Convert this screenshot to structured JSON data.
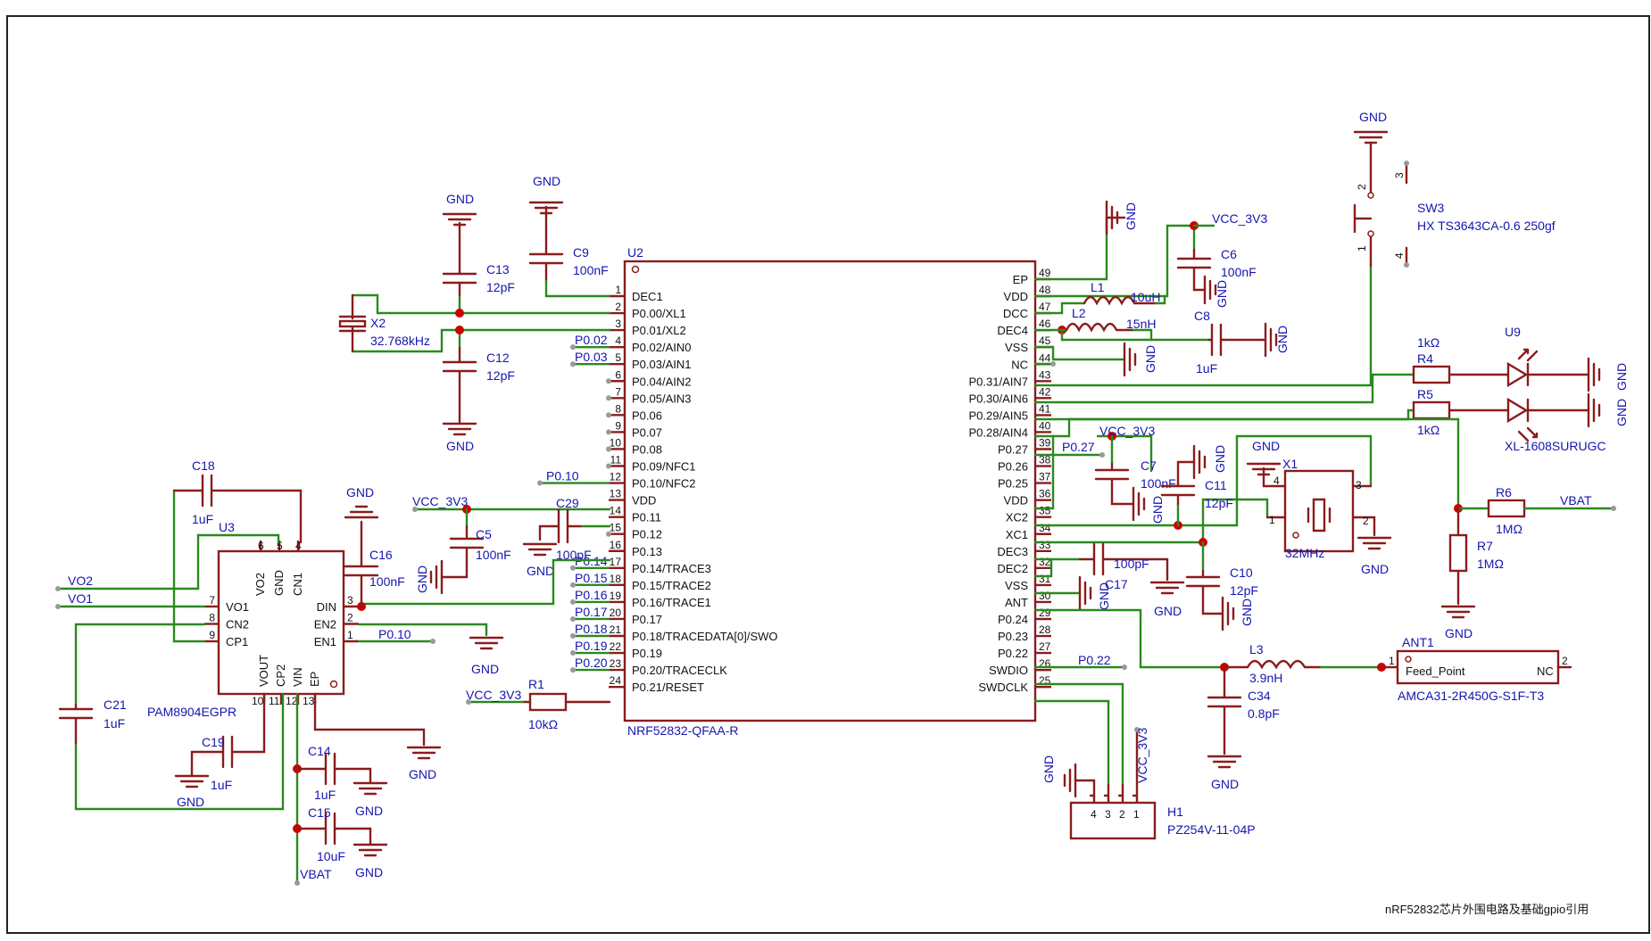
{
  "footer": {
    "title": "nRF52832芯片外围电路及基础gpio引用"
  },
  "colors": {
    "wire": "#2a8a1e",
    "part": "#8b1c1c",
    "label": "#1515b0",
    "junction": "#cc0000"
  },
  "mcu": {
    "ref": "U2",
    "part": "NRF52832-QFAA-R",
    "left_pins": [
      {
        "num": "1",
        "name": "DEC1"
      },
      {
        "num": "2",
        "name": "P0.00/XL1"
      },
      {
        "num": "3",
        "name": "P0.01/XL2"
      },
      {
        "num": "4",
        "name": "P0.02/AIN0"
      },
      {
        "num": "5",
        "name": "P0.03/AIN1"
      },
      {
        "num": "6",
        "name": "P0.04/AIN2"
      },
      {
        "num": "7",
        "name": "P0.05/AIN3"
      },
      {
        "num": "8",
        "name": "P0.06"
      },
      {
        "num": "9",
        "name": "P0.07"
      },
      {
        "num": "10",
        "name": "P0.08"
      },
      {
        "num": "11",
        "name": "P0.09/NFC1"
      },
      {
        "num": "12",
        "name": "P0.10/NFC2"
      },
      {
        "num": "13",
        "name": "VDD"
      },
      {
        "num": "14",
        "name": "P0.11"
      },
      {
        "num": "15",
        "name": "P0.12"
      },
      {
        "num": "16",
        "name": "P0.13"
      },
      {
        "num": "17",
        "name": "P0.14/TRACE3"
      },
      {
        "num": "18",
        "name": "P0.15/TRACE2"
      },
      {
        "num": "19",
        "name": "P0.16/TRACE1"
      },
      {
        "num": "20",
        "name": "P0.17"
      },
      {
        "num": "21",
        "name": "P0.18/TRACEDATA[0]/SWO"
      },
      {
        "num": "22",
        "name": "P0.19"
      },
      {
        "num": "23",
        "name": "P0.20/TRACECLK"
      },
      {
        "num": "24",
        "name": "P0.21/RESET"
      }
    ],
    "right_pins": [
      {
        "num": "49",
        "name": "EP"
      },
      {
        "num": "48",
        "name": "VDD"
      },
      {
        "num": "47",
        "name": "DCC"
      },
      {
        "num": "46",
        "name": "DEC4"
      },
      {
        "num": "45",
        "name": "VSS"
      },
      {
        "num": "44",
        "name": "NC"
      },
      {
        "num": "43",
        "name": "P0.31/AIN7"
      },
      {
        "num": "42",
        "name": "P0.30/AIN6"
      },
      {
        "num": "41",
        "name": "P0.29/AIN5"
      },
      {
        "num": "40",
        "name": "P0.28/AIN4"
      },
      {
        "num": "39",
        "name": "P0.27"
      },
      {
        "num": "38",
        "name": "P0.26"
      },
      {
        "num": "37",
        "name": "P0.25"
      },
      {
        "num": "36",
        "name": "VDD"
      },
      {
        "num": "35",
        "name": "XC2"
      },
      {
        "num": "34",
        "name": "XC1"
      },
      {
        "num": "33",
        "name": "DEC3"
      },
      {
        "num": "32",
        "name": "DEC2"
      },
      {
        "num": "31",
        "name": "VSS"
      },
      {
        "num": "30",
        "name": "ANT"
      },
      {
        "num": "29",
        "name": "P0.24"
      },
      {
        "num": "28",
        "name": "P0.23"
      },
      {
        "num": "27",
        "name": "P0.22"
      },
      {
        "num": "26",
        "name": "SWDIO"
      },
      {
        "num": "25",
        "name": "SWDCLK"
      }
    ],
    "left_nets": [
      {
        "pin": "4",
        "label": "P0.02"
      },
      {
        "pin": "5",
        "label": "P0.03"
      },
      {
        "pin": "12",
        "label": "P0.10"
      },
      {
        "pin": "17",
        "label": "P0.14"
      },
      {
        "pin": "18",
        "label": "P0.15"
      },
      {
        "pin": "19",
        "label": "P0.16"
      },
      {
        "pin": "20",
        "label": "P0.17"
      },
      {
        "pin": "21",
        "label": "P0.18"
      },
      {
        "pin": "22",
        "label": "P0.19"
      },
      {
        "pin": "23",
        "label": "P0.20"
      }
    ],
    "right_nets": [
      {
        "pin": "39",
        "label": "P0.27"
      },
      {
        "pin": "27",
        "label": "P0.22"
      }
    ]
  },
  "amp": {
    "ref": "U3",
    "part": "PAM8904EGPR",
    "left_pins": [
      {
        "num": "7",
        "name": "VO1"
      },
      {
        "num": "8",
        "name": "CN2"
      },
      {
        "num": "9",
        "name": "CP1"
      }
    ],
    "right_pins": [
      {
        "num": "3",
        "name": "DIN"
      },
      {
        "num": "2",
        "name": "EN2"
      },
      {
        "num": "1",
        "name": "EN1"
      }
    ],
    "top_pins": [
      {
        "num": "6",
        "name": "VO2"
      },
      {
        "num": "5",
        "name": "GND"
      },
      {
        "num": "4",
        "name": "CN1"
      }
    ],
    "bottom_pins": [
      {
        "num": "10",
        "name": "VOUT"
      },
      {
        "num": "11",
        "name": "CP2"
      },
      {
        "num": "12",
        "name": "VIN"
      },
      {
        "num": "13",
        "name": "EP"
      }
    ],
    "nets": {
      "vo2": "VO2",
      "vo1": "VO1",
      "en1": "P0.10",
      "vbat": "VBAT"
    }
  },
  "caps": {
    "c18": {
      "ref": "C18",
      "val": "1uF"
    },
    "c16": {
      "ref": "C16",
      "val": "100nF"
    },
    "c21": {
      "ref": "C21",
      "val": "1uF"
    },
    "c19": {
      "ref": "C19",
      "val": "1uF"
    },
    "c14": {
      "ref": "C14",
      "val": "1uF"
    },
    "c15": {
      "ref": "C15",
      "val": "10uF"
    },
    "c13": {
      "ref": "C13",
      "val": "12pF"
    },
    "c12": {
      "ref": "C12",
      "val": "12pF"
    },
    "c9": {
      "ref": "C9",
      "val": "100nF"
    },
    "c5": {
      "ref": "C5",
      "val": "100nF"
    },
    "c29": {
      "ref": "C29",
      "val": "100pF"
    },
    "c6": {
      "ref": "C6",
      "val": "100nF"
    },
    "c8": {
      "ref": "C8",
      "val": "1uF"
    },
    "c7": {
      "ref": "C7",
      "val": "100nF"
    },
    "c11": {
      "ref": "C11",
      "val": "12pF"
    },
    "c17": {
      "ref": "C17",
      "val": "100pF"
    },
    "c10": {
      "ref": "C10",
      "val": "12pF"
    },
    "c34": {
      "ref": "C34",
      "val": "0.8pF"
    }
  },
  "xtal_lf": {
    "ref": "X2",
    "val": "32.768kHz"
  },
  "xtal_hf": {
    "ref": "X1",
    "val": "32MHz"
  },
  "inductors": {
    "l1": {
      "ref": "L1",
      "val": "10uH"
    },
    "l2": {
      "ref": "L2",
      "val": "15nH"
    },
    "l3": {
      "ref": "L3",
      "val": "3.9nH"
    }
  },
  "resistors": {
    "r1": {
      "ref": "R1",
      "val": "10kΩ"
    },
    "r4": {
      "ref": "R4",
      "val": "1kΩ"
    },
    "r5": {
      "ref": "R5",
      "val": "1kΩ"
    },
    "r6": {
      "ref": "R6",
      "val": "1MΩ"
    },
    "r7": {
      "ref": "R7",
      "val": "1MΩ"
    }
  },
  "switch": {
    "ref": "SW3",
    "val": "HX TS3643CA-0.6 250gf",
    "pins": [
      "1",
      "2",
      "3",
      "4"
    ]
  },
  "led": {
    "ref": "U9",
    "val": "XL-1608SURUGC"
  },
  "antenna": {
    "ref": "ANT1",
    "pin1": "Feed_Point",
    "pin2": "NC",
    "part": "AMCA31-2R450G-S1F-T3",
    "n1": "1",
    "n2": "2"
  },
  "header": {
    "ref": "H1",
    "part": "PZ254V-11-04P",
    "pins": [
      "4",
      "3",
      "2",
      "1"
    ]
  },
  "nets": {
    "gnd": "GND",
    "vcc": "VCC_3V3",
    "vbat": "VBAT"
  }
}
